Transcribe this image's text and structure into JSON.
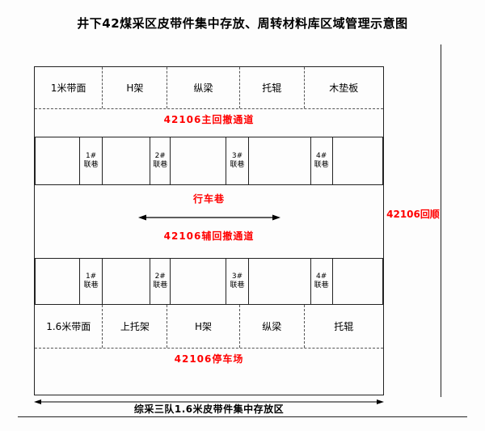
{
  "page": {
    "title": "井下42煤采区皮带件集中存放、周转材料库区域管理示意图"
  },
  "diagram": {
    "top_row": [
      "1米带面",
      "H架",
      "纵梁",
      "托辊",
      "木垫板"
    ],
    "main_withdraw_channel": "42106主回撤通道",
    "lanes": [
      "1#联巷",
      "2#联巷",
      "3#联巷",
      "4#联巷"
    ],
    "travel_lane": "行车巷",
    "aux_withdraw_channel": "42106辅回撤通道",
    "bottom_row": [
      "1.6米带面",
      "上托架",
      "H架",
      "纵梁",
      "托辊"
    ],
    "parking_area": "42106停车场",
    "right_corridor": "42106回顺",
    "bottom_caption": "综采三队1.6米皮带件集中存放区"
  },
  "colors": {
    "accent_red": "#ff0000",
    "line": "#000000"
  }
}
